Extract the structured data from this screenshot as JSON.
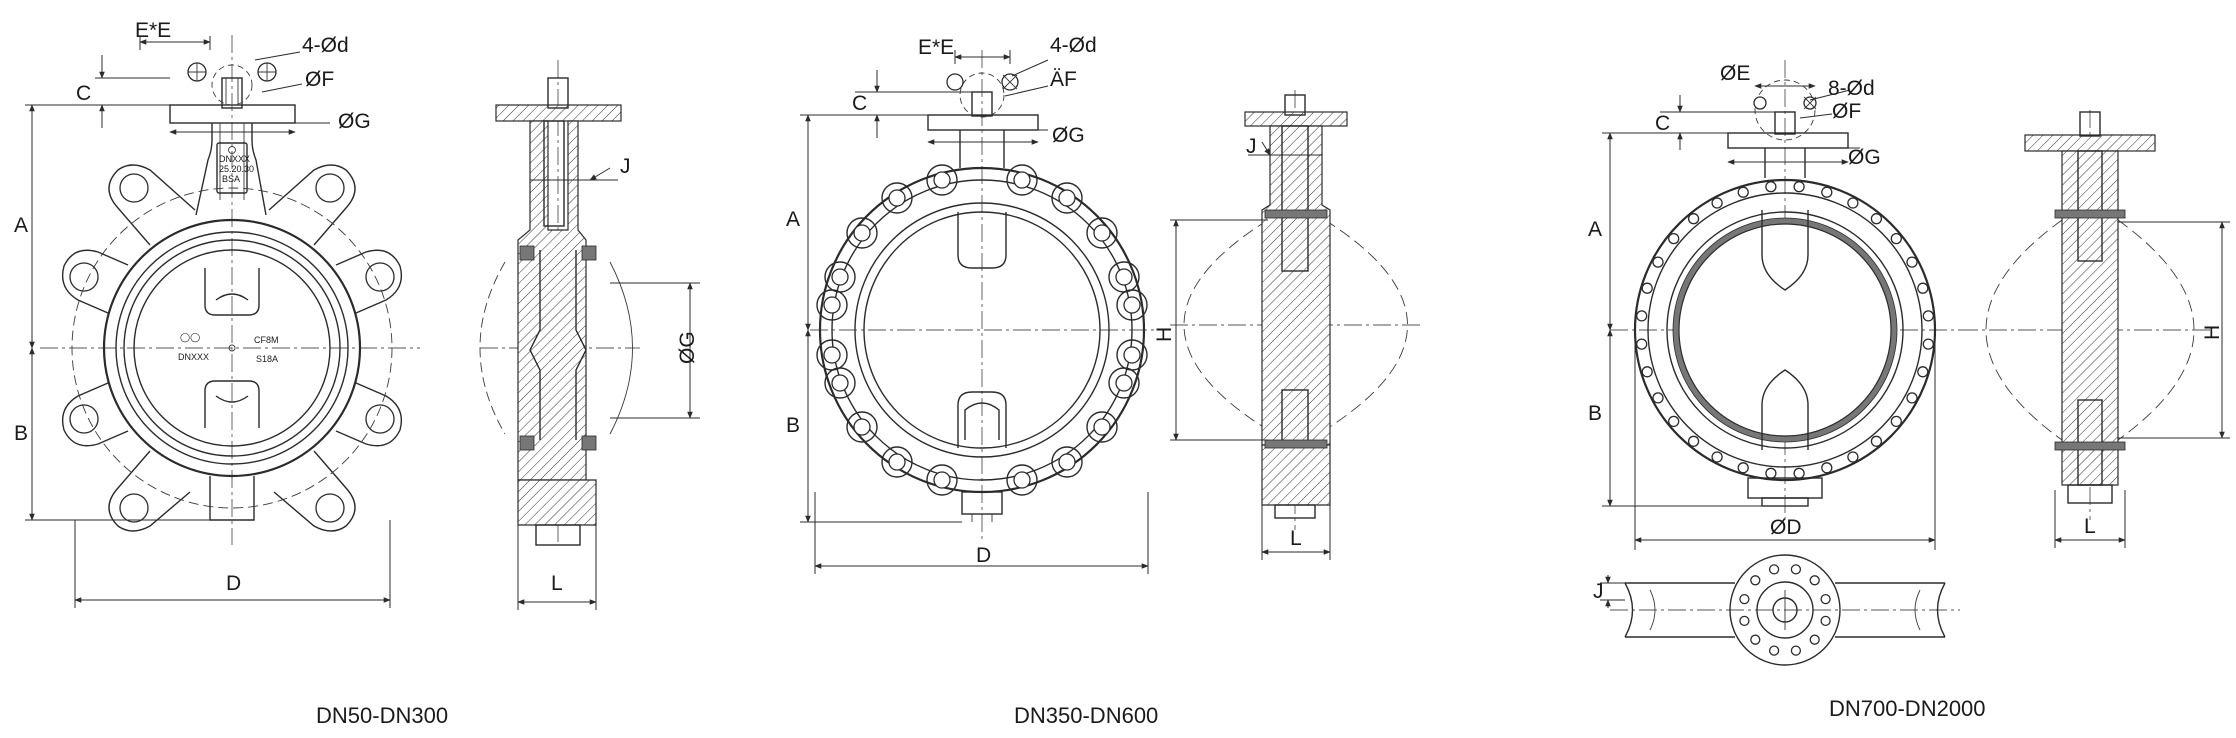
{
  "views": [
    {
      "caption": "DN50-DN300",
      "front": {
        "labels": [
          "E*E",
          "4-Ød",
          "ØF",
          "ØG",
          "C",
          "A",
          "B",
          "D"
        ],
        "nameplate": [
          "DNXXX",
          "25.20.30",
          "BSA"
        ],
        "disc_marks": [
          "DNXXX",
          "CF8M",
          "S18A"
        ]
      },
      "side": {
        "labels": [
          "J",
          "ØG",
          "L"
        ]
      }
    },
    {
      "caption": "DN350-DN600",
      "front": {
        "labels": [
          "E*E",
          "4-Ød",
          "ÄF",
          "ØG",
          "C",
          "A",
          "B",
          "D"
        ]
      },
      "side": {
        "labels": [
          "J",
          "H",
          "L"
        ]
      }
    },
    {
      "caption": "DN700-DN2000",
      "front": {
        "labels": [
          "ØE",
          "8-Ød",
          "ØF",
          "ØG",
          "C",
          "A",
          "B",
          "ØD"
        ]
      },
      "side": {
        "labels": [
          "H",
          "L"
        ]
      },
      "bottom": {
        "labels": [
          "J"
        ]
      }
    }
  ],
  "colors": {
    "line": "#2b2b2b",
    "centerline": "#555555",
    "seat": "#777777"
  }
}
